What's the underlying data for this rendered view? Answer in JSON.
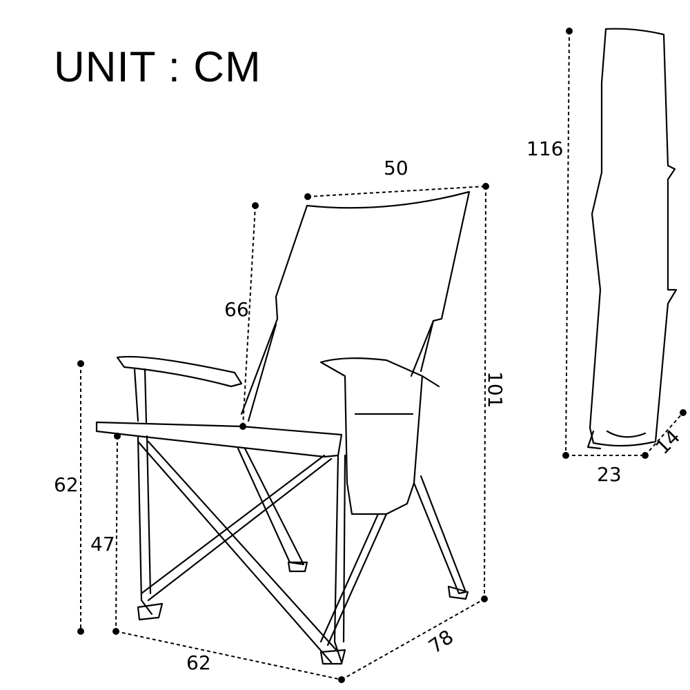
{
  "title": "UNIT : CM",
  "chair": {
    "seat_width": "50",
    "backrest_height": "66",
    "total_height": "101",
    "armrest_height": "62",
    "seat_height": "47",
    "width": "62",
    "depth": "78"
  },
  "bag": {
    "length": "116",
    "width": "23",
    "depth": "14"
  }
}
